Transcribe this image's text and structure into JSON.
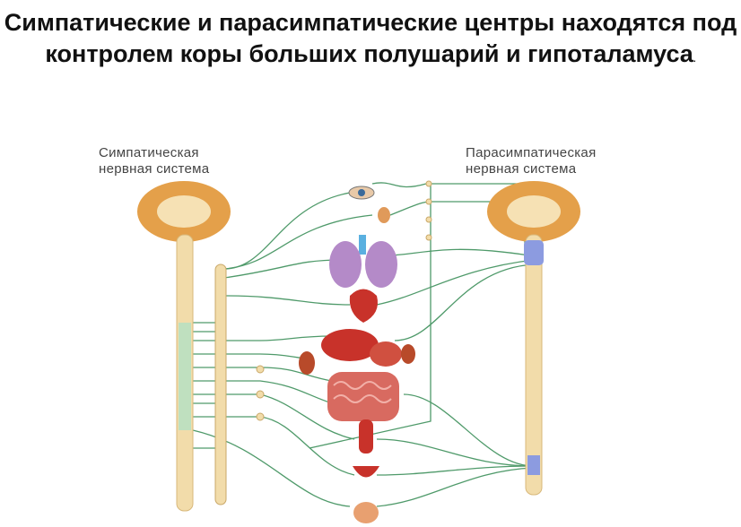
{
  "slide": {
    "title": "Симпатические и парасимпатические центры находятся под контролем коры больших полушарий и гипоталамуса",
    "title_end": "."
  },
  "diagram": {
    "sympathetic": {
      "line1": "Симпатическая",
      "line2": "нервная система"
    },
    "parasympathetic": {
      "line1": "Парасимпатическая",
      "line2": "нервная система"
    },
    "colors": {
      "nerve": "#4f9a6a",
      "brain": "#e4a04a",
      "cord": "#f2dcaa",
      "organ": "#c8322a",
      "lungs": "#b48ac8",
      "para_nucleus": "#8c9be0"
    }
  }
}
